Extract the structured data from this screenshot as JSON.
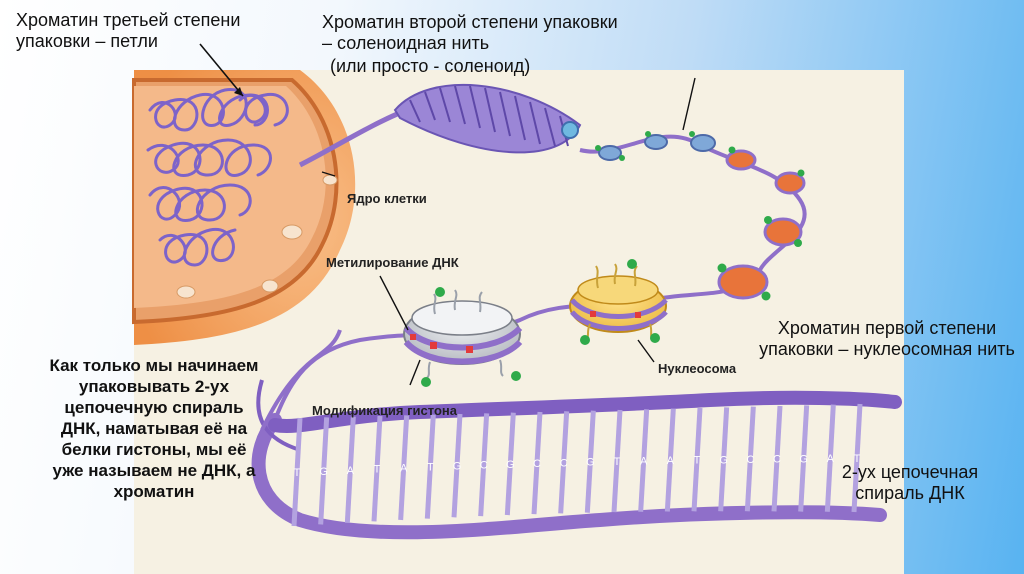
{
  "headings": {
    "loops": "Хроматин третьей степени упаковки – петли",
    "solenoid_line1": "Хроматин второй степени упаковки – соленоидная нить",
    "solenoid_line2": "(или просто - соленоид)",
    "nucleosome_fiber": "Хроматин первой степени упаковки – нуклеосомная нить",
    "double_helix": "2-ух цепочечная спираль ДНК"
  },
  "labels": {
    "nucleus": "Ядро клетки",
    "methylation": "Метилирование ДНК",
    "nucleosome": "Нуклеосома",
    "histone_mod": "Модификация гистона"
  },
  "note": "Как только мы начинаем упаковывать 2-ух цепочечную спираль ДНК, наматывая её на белки гистоны, мы её уже называем не ДНК, а хроматин",
  "bases": [
    "T",
    "G",
    "A",
    "T",
    "A",
    "T",
    "G",
    "C",
    "G",
    "C",
    "C",
    "G",
    "T",
    "A",
    "A",
    "T",
    "G",
    "C",
    "C",
    "G",
    "A",
    "T"
  ],
  "colors": {
    "dna_purple": "#8f6fc9",
    "nucleus_orange": "#f2a35c",
    "histone_orange": "#e8743a",
    "histone_yellow": "#f2c94c",
    "histone_grey": "#c9ccd2",
    "marker_green": "#2faa4a",
    "marker_red": "#e33b3b"
  }
}
